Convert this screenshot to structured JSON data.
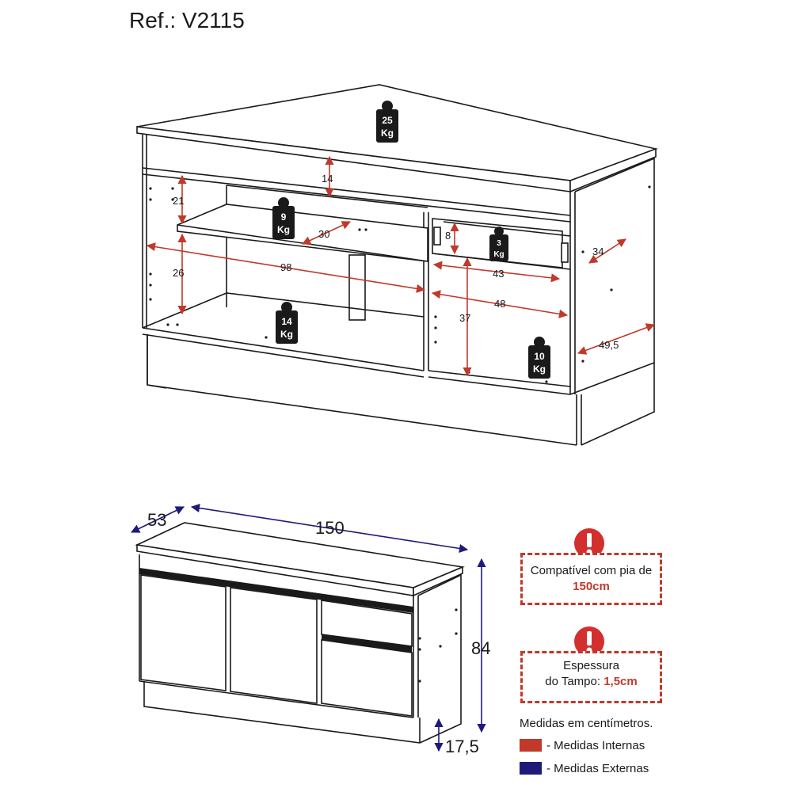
{
  "title": "Ref.: V2115",
  "colors": {
    "internal": "#c0392b",
    "external": "#1f1a7a",
    "weight_tag": "#1a1a1a",
    "warning": "#d32f2f"
  },
  "internal_dimensions": [
    "14",
    "21",
    "26",
    "98",
    "30",
    "8",
    "43",
    "48",
    "37",
    "34",
    "49,5"
  ],
  "external_dimensions": {
    "depth": "53",
    "width": "150",
    "height": "84",
    "base_height": "17,5"
  },
  "weights": [
    {
      "value": "25",
      "unit": "Kg"
    },
    {
      "value": "9",
      "unit": "Kg"
    },
    {
      "value": "3",
      "unit": "Kg"
    },
    {
      "value": "14",
      "unit": "Kg"
    },
    {
      "value": "10",
      "unit": "Kg"
    }
  ],
  "notes": [
    {
      "line1": "Compatível com pia de",
      "highlight": "150cm"
    },
    {
      "line1": "Espessura",
      "line2": "do Tampo:",
      "highlight": "1,5cm"
    }
  ],
  "legend": {
    "title": "Medidas em centímetros.",
    "internal": "- Medidas Internas",
    "external": "- Medidas Externas"
  }
}
